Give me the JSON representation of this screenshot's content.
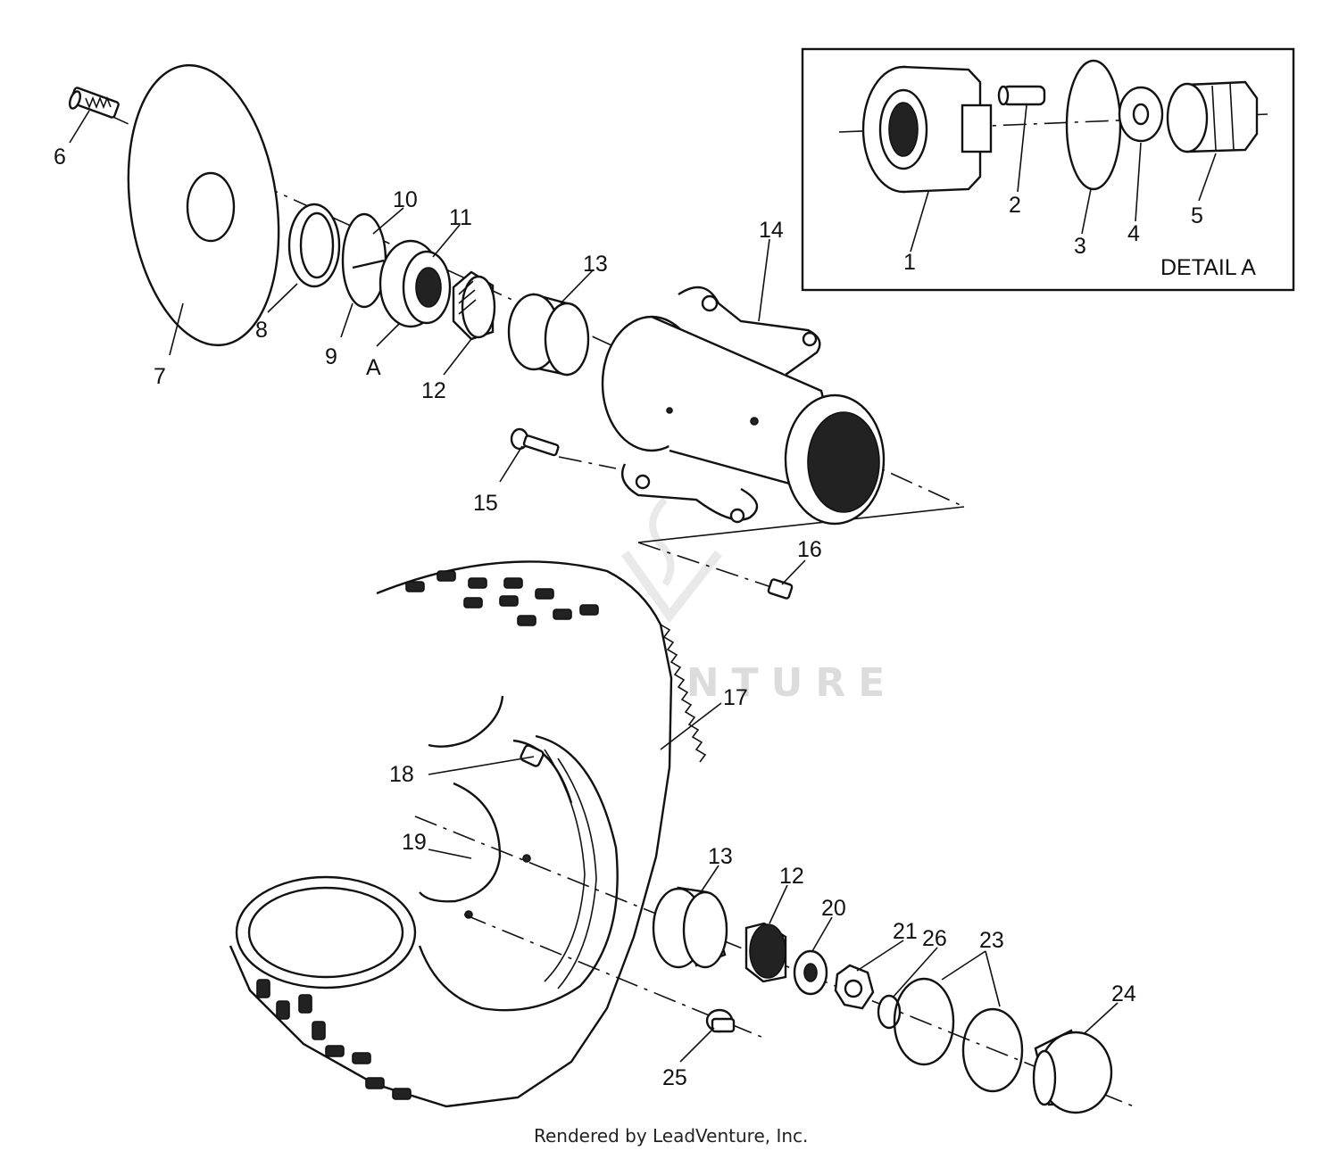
{
  "detail_box": {
    "title": "DETAIL A",
    "callouts": [
      "1",
      "2",
      "3",
      "4",
      "5"
    ]
  },
  "callouts": {
    "c6": "6",
    "c7": "7",
    "c8": "8",
    "c9": "9",
    "c10": "10",
    "cA": "A",
    "c11": "11",
    "c12a": "12",
    "c13a": "13",
    "c14": "14",
    "c15": "15",
    "c16": "16",
    "c17": "17",
    "c18": "18",
    "c19": "19",
    "c13b": "13",
    "c12b": "12",
    "c20": "20",
    "c21": "21",
    "c26": "26",
    "c23": "23",
    "c24": "24",
    "c25": "25"
  },
  "watermark": "LEADVENTURE",
  "footer": "Rendered by LeadVenture, Inc."
}
